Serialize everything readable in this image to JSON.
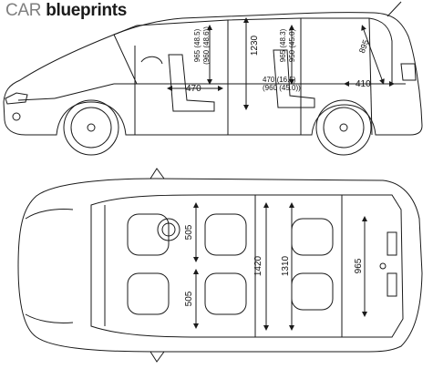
{
  "logo": {
    "part1": "CAR",
    "part2": "blueprints"
  },
  "side_view": {
    "dims": {
      "front_head": "965 (48.5)",
      "front_knee": "(960 (48.6))",
      "height": "1230",
      "rear_head": "965 (48.3)",
      "rear_knee": "950 (45.0)",
      "front_legroom": "470",
      "center_a": "470 (16.5)",
      "center_b": "(960 (45.0))",
      "cargo_length": "410",
      "tail_height": "895"
    }
  },
  "top_view": {
    "dims": {
      "front_seat_width_top": "505",
      "front_seat_width_bottom": "505",
      "shoulder_width": "1420",
      "hip_width": "1310",
      "cargo_width": "965"
    }
  },
  "colors": {
    "line": "#1a1a1a",
    "logo_gray": "#7f7f7f"
  }
}
